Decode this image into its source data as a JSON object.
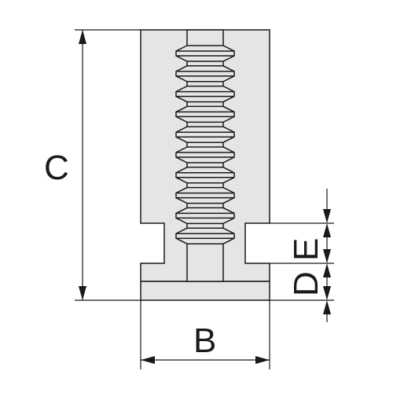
{
  "dimension_labels": {
    "height": "C",
    "width": "B",
    "slot_depth": "D",
    "slot_width": "E"
  },
  "thread": {
    "turns": 10
  },
  "colors": {
    "fill": "#e5e5e5",
    "line": "#1a1a1a",
    "background": "#ffffff"
  }
}
